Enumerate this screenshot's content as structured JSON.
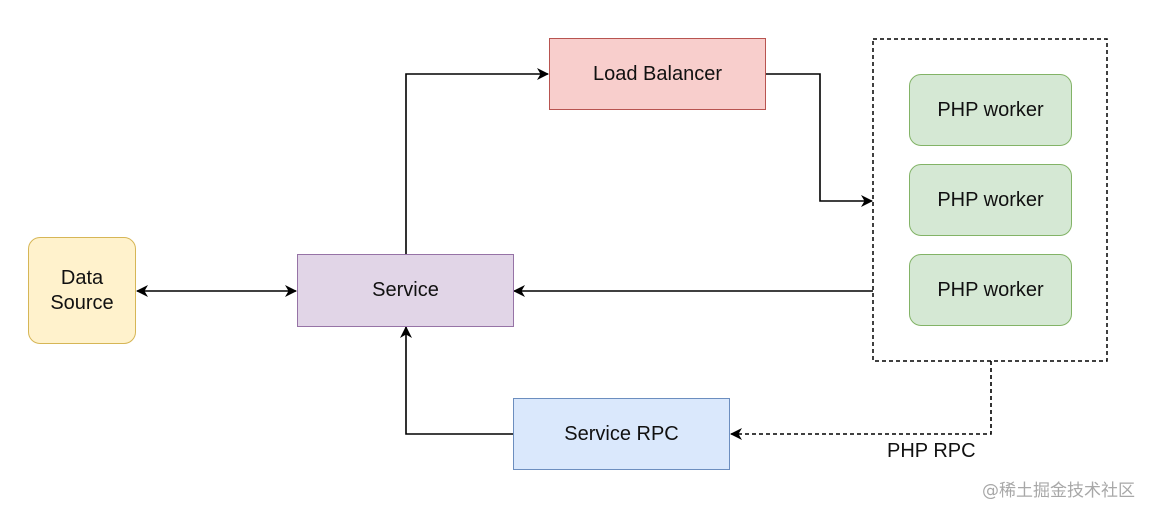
{
  "nodes": {
    "data_source": {
      "label": "Data\nSource",
      "fill": "#fff2cc",
      "stroke": "#d6b656"
    },
    "service": {
      "label": "Service",
      "fill": "#e1d5e7",
      "stroke": "#9673a6"
    },
    "load_balancer": {
      "label": "Load Balancer",
      "fill": "#f8cecc",
      "stroke": "#b85450"
    },
    "service_rpc": {
      "label": "Service RPC",
      "fill": "#dae8fc",
      "stroke": "#6c8ebf"
    },
    "php_workers": [
      {
        "label": "PHP worker"
      },
      {
        "label": "PHP worker"
      },
      {
        "label": "PHP worker"
      }
    ],
    "worker_style": {
      "fill": "#d5e8d4",
      "stroke": "#82b366"
    }
  },
  "edges": {
    "php_rpc_label": "PHP RPC"
  },
  "watermark": "@稀土掘金技术社区"
}
